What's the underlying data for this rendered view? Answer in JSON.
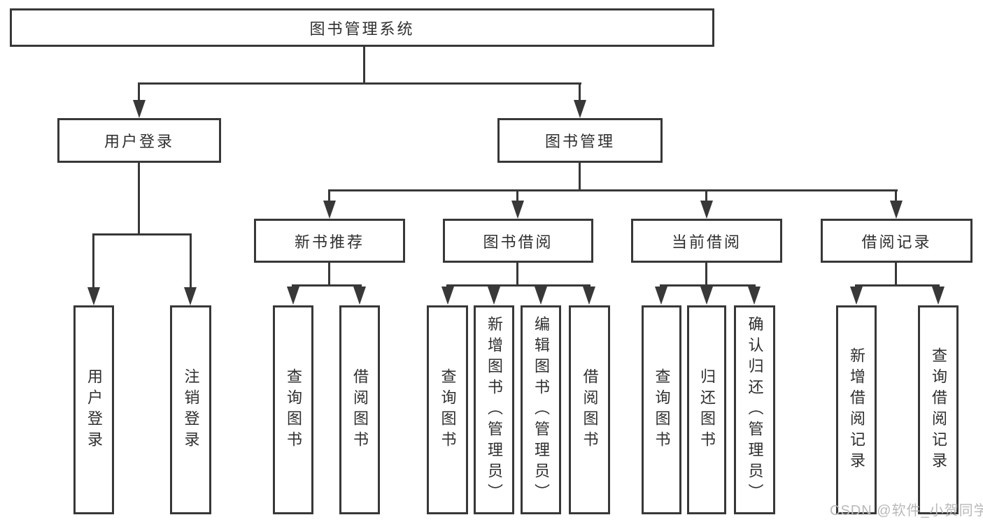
{
  "diagram": {
    "title": "图书管理系统",
    "branches": [
      {
        "label": "用户登录",
        "children": [
          "用户登录",
          "注销登录"
        ]
      },
      {
        "label": "图书管理",
        "modules": [
          {
            "label": "新书推荐",
            "children": [
              "查询图书",
              "借阅图书"
            ]
          },
          {
            "label": "图书借阅",
            "children": [
              "查询图书",
              "新增图书（管理员）",
              "编辑图书（管理员）",
              "借阅图书"
            ]
          },
          {
            "label": "当前借阅",
            "children": [
              "查询图书",
              "归还图书",
              "确认归还（管理员）"
            ]
          },
          {
            "label": "借阅记录",
            "children": [
              "新增借阅记录",
              "查询借阅记录"
            ]
          }
        ]
      }
    ]
  },
  "colors": {
    "line": "#383838",
    "text": "#2f2f2f",
    "background": "#ffffff",
    "watermark": "#b9b9b9"
  },
  "watermark": {
    "text": "CSDN @软件_小贺同学"
  }
}
